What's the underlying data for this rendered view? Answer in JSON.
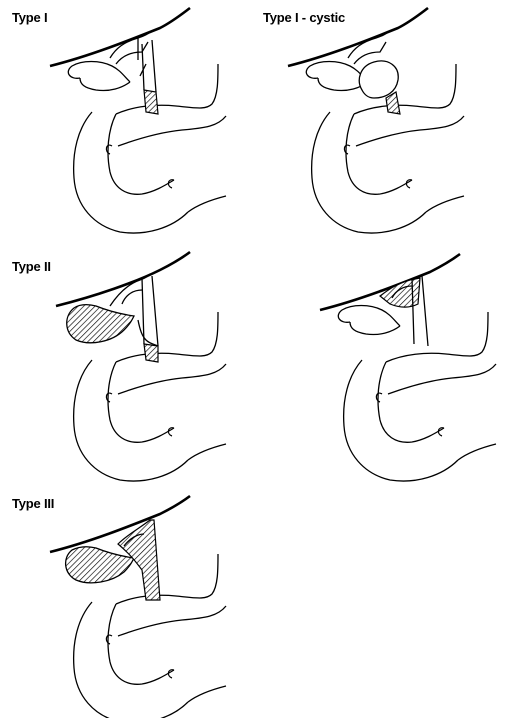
{
  "panels": [
    {
      "id": "type-1",
      "label": "Type I"
    },
    {
      "id": "type-1-cystic",
      "label": "Type I - cystic"
    },
    {
      "id": "type-2",
      "label": "Type II"
    },
    {
      "id": "type-2-variant",
      "label": ""
    },
    {
      "id": "type-3",
      "label": "Type III"
    }
  ],
  "colors": {
    "ink": "#000000",
    "paper": "#ffffff",
    "hatch": "#000000"
  }
}
